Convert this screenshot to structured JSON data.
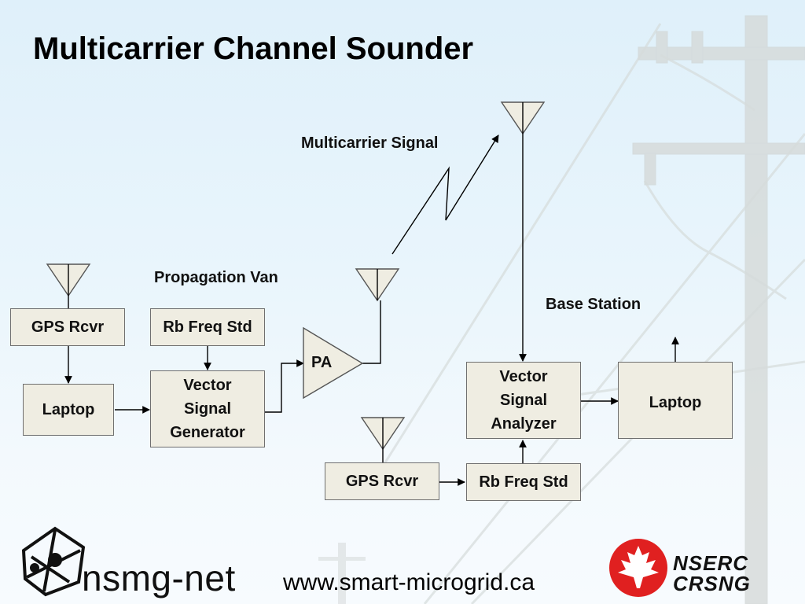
{
  "title": "Multicarrier Channel Sounder",
  "labels": {
    "multicarrier_signal": "Multicarrier Signal",
    "propagation_van": "Propagation Van",
    "base_station": "Base Station",
    "pa": "PA"
  },
  "van": {
    "gps": "GPS Rcvr",
    "rb_freq_std": "Rb Freq Std",
    "laptop": "Laptop",
    "vsg": [
      "Vector",
      "Signal",
      "Generator"
    ]
  },
  "base": {
    "vsa": [
      "Vector",
      "Signal",
      "Analyzer"
    ],
    "laptop": "Laptop",
    "gps": "GPS Rcvr",
    "rb_freq_std": "Rb Freq Std"
  },
  "footer": {
    "logo_text": "nsmg-net",
    "url": "www.smart-microgrid.ca",
    "nserc": "NSERC",
    "crsng": "CRSNG"
  },
  "colors": {
    "box_fill": "#efede2",
    "box_border": "#6f6f6f",
    "background": "#e6f3fb",
    "nserc_red": "#e02020"
  },
  "icons": [
    "antenna-icon",
    "nsmg-logo-icon",
    "maple-leaf-icon"
  ]
}
